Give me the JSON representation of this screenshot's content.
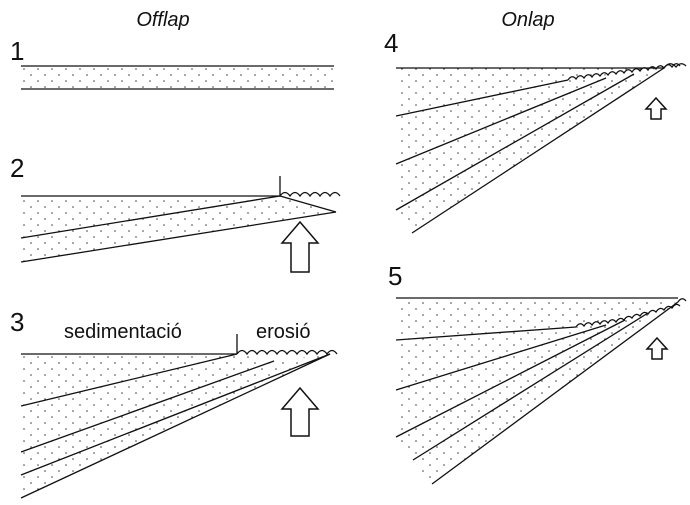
{
  "headings": {
    "offlap": "Offlap",
    "onlap": "Onlap"
  },
  "panels": {
    "p1": {
      "number": "1"
    },
    "p2": {
      "number": "2"
    },
    "p3": {
      "number": "3",
      "label_left": "sedimentació",
      "label_right": "erosió"
    },
    "p4": {
      "number": "4"
    },
    "p5": {
      "number": "5"
    }
  },
  "icons": {
    "uplift": "up-arrow-outline"
  }
}
